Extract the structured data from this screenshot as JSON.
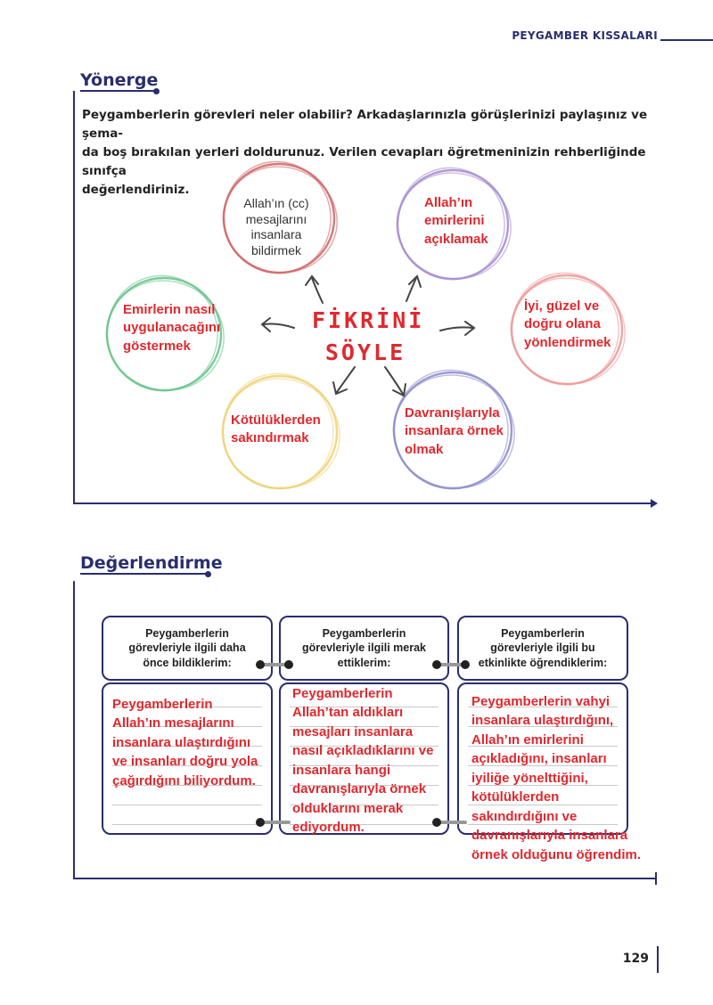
{
  "header": {
    "title": "PEYGAMBER KISSALARI"
  },
  "yonerge": {
    "title": "Yönerge",
    "instruction_lines": [
      "Peygamberlerin görevleri neler olabilir? Arkadaşlarınızla görüşlerinizi paylaşınız ve şema-",
      "da boş bırakılan yerleri doldurunuz. Verilen cevapları öğretmeninizin rehberliğinde sınıfça",
      "değerlendiriniz."
    ]
  },
  "center": {
    "line1": "FİKRİNİ",
    "line2": "SÖYLE"
  },
  "circles": [
    {
      "lines": [
        "Allah’ın (cc)",
        "mesajlarını",
        "insanlara",
        "bildirmek"
      ],
      "color": "#d06a6a",
      "kind": "given"
    },
    {
      "lines": [
        "Allah’ın",
        "emirlerini",
        "açıklamak"
      ],
      "color": "#a98fd0",
      "kind": "answer"
    },
    {
      "lines": [
        "İyi, güzel ve",
        "doğru olana",
        "yönlendirmek"
      ],
      "color": "#ef9a9a",
      "kind": "answer"
    },
    {
      "lines": [
        "Davranışlarıyla",
        "insanlara örnek",
        "olmak"
      ],
      "color": "#8f8fce",
      "kind": "answer"
    },
    {
      "lines": [
        "Kötülüklerden",
        "sakındırmak"
      ],
      "color": "#efd37a",
      "kind": "answer"
    },
    {
      "lines": [
        "Emirlerin nasıl",
        "uygulanacağını",
        "göstermek"
      ],
      "color": "#6cc58e",
      "kind": "answer"
    }
  ],
  "degerlendirme": {
    "title": "Değerlendirme",
    "columns": [
      {
        "header_lines": [
          "Peygamberlerin",
          "görevleriyle ilgili daha",
          "önce bildiklerim:"
        ],
        "answer_lines": [
          "Peygamberlerin",
          "Allah’ın mesajlarını",
          "insanlara ulaştırdığını",
          "ve insanları doğru yola",
          "çağırdığını biliyordum."
        ]
      },
      {
        "header_lines": [
          "Peygamberlerin",
          "görevleriyle ilgili merak",
          "ettiklerim:"
        ],
        "answer_lines": [
          "Peygamberlerin",
          "Allah’tan aldıkları",
          "mesajları insanlara",
          "nasıl açıkladıklarını ve",
          "insanlara hangi",
          "davranışlarıyla örnek",
          "olduklarını merak",
          "ediyordum."
        ]
      },
      {
        "header_lines": [
          "Peygamberlerin",
          "görevleriyle ilgili bu",
          "etkinlikte öğrendiklerim:"
        ],
        "answer_lines": [
          "Peygamberlerin vahyi",
          "insanlara ulaştırdığını,",
          "Allah’ın emirlerini",
          "açıkladığını, insanları",
          "iyiliğe yönelttiğini,",
          "kötülüklerden",
          "sakındırdığını ve",
          "davranışlarıyla insanlara",
          "örnek olduğunu öğrendim."
        ]
      }
    ]
  },
  "page_number": "129"
}
